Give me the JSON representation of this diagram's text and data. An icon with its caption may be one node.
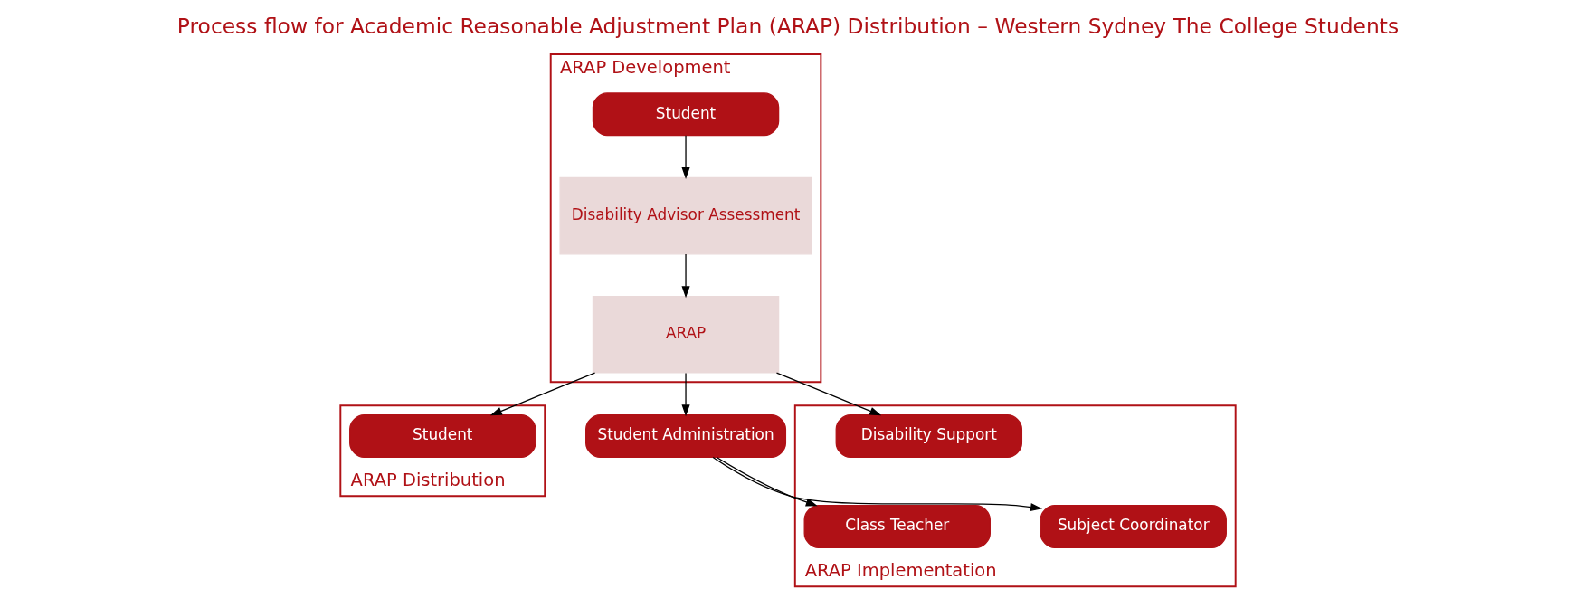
{
  "diagram": {
    "title": "Process flow for Academic Reasonable Adjustment Plan (ARAP) Distribution – Western Sydney The College Students",
    "nodes": [
      {
        "text": [
          "ARAP Development"
        ]
      },
      {
        "text": [
          "Student"
        ],
        "in": 0
      },
      {
        "text": [
          "Disability Advisor Assessment"
        ],
        "in": 0
      },
      {
        "text": [
          "ARAP"
        ],
        "in": 0
      },
      {
        "text": [
          "ARAP Distribution"
        ]
      },
      {
        "text": [
          "Student"
        ],
        "in": 4
      },
      {
        "text": [
          "Student Administration"
        ]
      },
      {
        "text": [
          "ARAP Implementation"
        ]
      },
      {
        "text": [
          "Disability Support"
        ],
        "in": 7
      },
      {
        "text": [
          "Subject Coordinator"
        ],
        "in": 7
      },
      {
        "text": [
          "Class Teacher"
        ],
        "in": 7
      }
    ],
    "edges": [
      {
        "from": 1,
        "to": 2,
        "arrow": "to"
      },
      {
        "from": 2,
        "to": 3,
        "arrow": "to"
      },
      {
        "from": 3,
        "to": 5,
        "arrow": "to"
      },
      {
        "from": 3,
        "to": 6,
        "arrow": "to"
      },
      {
        "from": 3,
        "to": 8,
        "arrow": "to"
      },
      {
        "from": 6,
        "to": 9,
        "arrow": "to"
      },
      {
        "from": 6,
        "to": 10,
        "arrow": "to"
      }
    ]
  }
}
